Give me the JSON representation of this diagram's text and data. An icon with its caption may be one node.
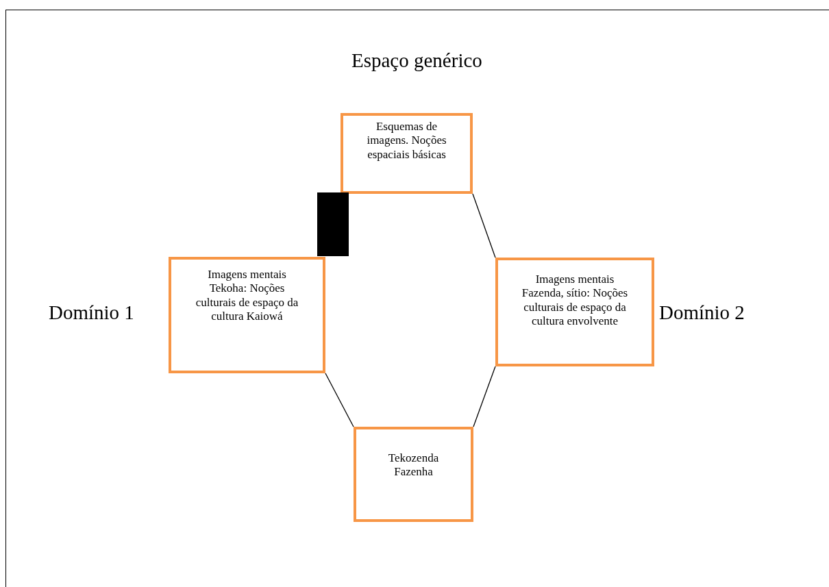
{
  "diagram": {
    "title": "Espaço genérico",
    "nodes": [
      {
        "text": [
          "Esquemas de imagens. Noções espaciais básicas"
        ]
      },
      {
        "text": [
          "Imagens mentais Tekoha: Noções culturais de espaço da cultura Kaiowá"
        ]
      },
      {
        "text": [
          "Imagens mentais Fazenda, sítio: Noções culturais de espaço da cultura envolvente"
        ]
      },
      {
        "text": [
          "Tekozenda Fazenha"
        ]
      },
      {
        "text": [],
        "shape": "bar"
      }
    ],
    "edges": [
      {
        "from": 0,
        "to": 2,
        "arrow": "none"
      },
      {
        "from": 1,
        "to": 3,
        "arrow": "none"
      },
      {
        "from": 2,
        "to": 3,
        "arrow": "none"
      }
    ],
    "labels": [
      "Domínio 1",
      "Domínio 2"
    ]
  }
}
